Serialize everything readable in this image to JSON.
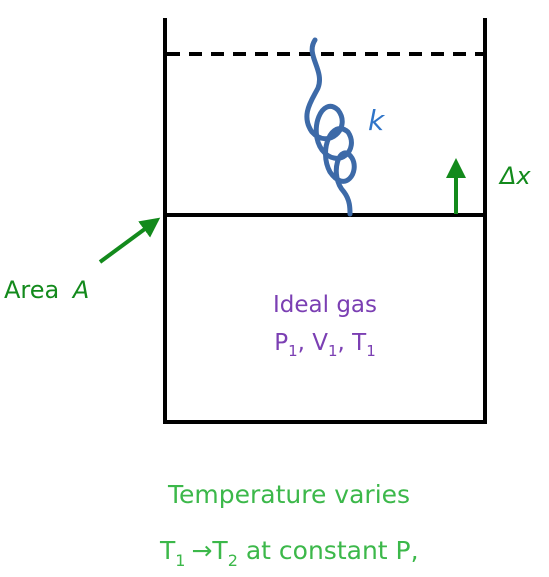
{
  "labels": {
    "spring_constant": "k",
    "displacement": "Δx",
    "area_prefix": "Area",
    "area_symbol": "A",
    "gas_name": "Ideal gas",
    "state_p_base": "P",
    "state_v_base": "V",
    "state_t_base": "T",
    "state_sub": "1",
    "state_sep": ", "
  },
  "caption": {
    "line1": "Temperature varies",
    "t_base": "T",
    "t_from_sub": "1",
    "arrow": "→",
    "t_to_sub": "2",
    "rest": " at constant P,"
  },
  "colors": {
    "container": "#000000",
    "spring": "#3d6aa8",
    "arrows": "#138a1c",
    "gas_text": "#7b3fb3",
    "caption": "#3cb84a",
    "spring_label": "#2f74c8"
  }
}
